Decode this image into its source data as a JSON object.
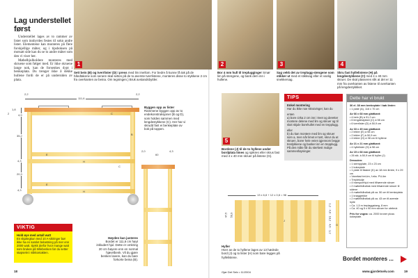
{
  "left_page": {
    "title": "Lag understellet først",
    "intro": [
      "Understellet lages av to rammer av lister som innbyrdes festes til sokn andre lister. Elementene kan monteres på flere forskjellige måter, og i tipsboksen på motsatt side kan du se to andre måter som den vi viser her.",
      "Møbelhjulholdere monteres med skruene som følger med. Er ikke skruene lange nok, kan de forsenkes dypt i benkeplata. Du trenger ikke å dekke hullene fordi de er på undersiden av plata."
    ],
    "step1": {
      "number": "1",
      "bold": "Sett bein (B) og tverrlister (D) i press",
      "text": " med lim imellom. For bedre å kunne få tak på de håndtakene som senere skal settes på de to øverste tverrlistene, monteres disse to stykkene 2 cm fra overkanten av beina. Om tegningen.) Bruk avstandsbyttler."
    },
    "diagram_front": {
      "dims_top": [
        "2,2",
        "111,6",
        "2,2"
      ],
      "dims_side": [
        "1,8",
        "2",
        "4,9",
        "35,2",
        "4,3",
        "20,3",
        "4,3"
      ],
      "parts": [
        "C",
        "B",
        "E",
        "H",
        "C",
        "E",
        "H"
      ]
    },
    "build_text": {
      "title": "Byggen opp av lister",
      "text": "Rammene byggen opp av to endekonstruksjoner (B og D), som holdes sammen med lengdestykkene (C). Her har vi skrudd fast ei benkeplate av bok på toppen."
    },
    "diagram_side": {
      "dims_top": [
        "2,0",
        "60",
        "4,3"
      ]
    },
    "height_text": {
      "title": "Høyden kan justeres",
      "text": "Bordet er 111,6 cm høyt inkludert hjul. Dette er omkring 20 cm høyere enn en normal hjøvelbenk. Vil du gjøre benken lavere, kan du bare forkorte beina (B)."
    },
    "viktig": {
      "title": "VIKTIG",
      "bold": "Hold øye med antall watt",
      "text": "En skjøtegkun med 10 A-sikringer bør ikke ha en samlet belastning på mer enn 2000 watt. Sjekk derfor hvor mange watt som brukes på trillebenken før du setter støpselet i stikkontakten."
    },
    "page_number": "18",
    "footer": "Gjør Det Selv • 11/2004"
  },
  "right_page": {
    "steps": [
      {
        "number": "2",
        "bold": "Bor 4 mm hull til treplugginger",
        "text": " Smør lim på stengene, og bank dem inn i hullene."
      },
      {
        "number": "3",
        "bold": "Sag vekk det av treplugg-stengene som stikker ut",
        "text": " med et stikksag eller et vanlig snekkersag."
      },
      {
        "number": "4",
        "bold": "Skru fast hyllelistene (H) på lengdestykkene (C)",
        "text": " med 4 x 40 mm skruer. De skal plasseres slik at det er 11 mm fra overkanten av listene til overkanten på lengdestykkket."
      },
      {
        "number": "5",
        "bold": "Bordene (J) til de to hyllene under bordplata limes",
        "text": " og spikres eller skrus fast med 4 x 40 mm skruer på listene (G)."
      }
    ],
    "tips": {
      "title": "TIPS",
      "heading": "Enkel montering",
      "sub": "Har du ikke noe skrutvinger, kan du",
      "either": "enten",
      "a": "a) bore cirka 2 cm inn i treet og deretter montere delene med lim og skruer og til slutt skjule borehullet med en trepplugg.",
      "or": "eller",
      "b": "b) du kan montere med lim og skruer som a, men når limet er tørt, skrur du at skruen, borer hele veien igjennom begge treslykkene og banker inn en trepplugg. På den måte får du sterkest mulige sammenføyninger."
    },
    "used": {
      "title": "Dette har vi brukt",
      "groups": [
        {
          "head": "36 el. 38 mm benkeplate i bøk limtre:",
          "items": [
            "1 plate (A), 116 x 70 cm"
          ]
        },
        {
          "head": "Av 66 x 68 mm glattkant:",
          "items": [
            "4 bein (B) à 91,2 cm",
            "6 lengdestykker (C) à 98 cm",
            "6 tverrlister (D) à 50,9 cm"
          ]
        },
        {
          "head": "Av 33 x 45 mm glattkant:",
          "items": [
            "2 lekter (E) à 98 cm",
            "2 lekter (F) à 50,9 cm",
            "4 lekter (G) à 98 cm til hyllene"
          ]
        },
        {
          "head": "Av 21 x 21 mm glattkant:",
          "items": [
            "4 hyllelister (H) à 98 cm"
          ]
        },
        {
          "head": "Av 15 x 68 mm glattkant:",
          "items": [
            "26 stk. à 50,9 cm til hyller (J)"
          ]
        },
        {
          "head": "Dessuten:",
          "items": [
            "1 stempplate, 23 x 23 cm",
            "1 kokeplate",
            "1 plate til flasker (K) av 18 mm limtre, 9 x 29 cm",
            "Vannfast treLim, f.eks. PU-lim",
            "Treplekolje",
            "4 transporthjul med tilhørende skruer",
            "2 møbelhåndtak med tilhørende skruer til sidene",
            "4 møbelhåndtak på ca. 50 cm til benkeplata",
            "1 knaggrekke",
            "2 møbelhåndtak på ca. 43 cm til øverste hylle",
            "Ca. 1,5 m treplaggstang, 8 mm",
            "Ca. 40 og 5 x 90 mm skruer for utebruk"
          ]
        }
      ],
      "price_label": "Pris for vogna:",
      "price_text": " ca. 2000 kroner pluss kokeplate."
    },
    "shelf_diagram": {
      "formula": "13 x 6,8 + 12 x 0,8 = 98",
      "height_outer": "47,5",
      "height_inner": "50,9",
      "part": "J",
      "side_dims": "1,2 · 4,6 · 18,2 · 4,6 · 1,2",
      "side_part": "G"
    },
    "shelf_caption": {
      "title": "Hyller",
      "text": "Hver av de to hyllene lages av 13 høvlede bord (J) og to lister (H) som bare legges på hyllelistene."
    },
    "continue": "Bordet monteres ...",
    "website": "www.gjordetselv.com",
    "page_number": "19"
  },
  "colors": {
    "red": "#d0121b",
    "yellow": "#fff200",
    "wood": "#f6d67a",
    "top": "#e99b4e"
  }
}
